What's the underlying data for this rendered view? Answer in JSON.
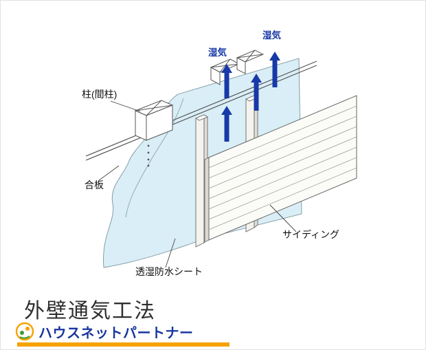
{
  "diagram": {
    "moisture_label_left": "湿気",
    "moisture_label_right": "湿気",
    "pillar_label": "柱(間柱)",
    "plywood_label": "合板",
    "sheet_label": "透湿防水シート",
    "siding_label": "サイディング"
  },
  "footer": {
    "title": "外壁通気工法",
    "brand_name": "ハウスネットパートナー"
  },
  "colors": {
    "arrow_blue": "#1839a8",
    "moisture_text": "#1839a8",
    "sheet_fill": "#d9eef6",
    "line_gray": "#555555",
    "accent_orange": "#f6a200",
    "brand_blue": "#17359e"
  }
}
